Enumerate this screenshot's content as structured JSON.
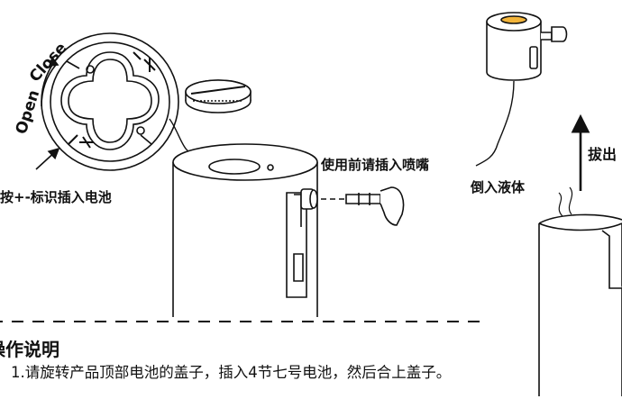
{
  "labels": {
    "open": "Open",
    "close": "Close",
    "plus": "+",
    "minus": "−",
    "battery_caption": "按+-标识插入电池",
    "nozzle_caption": "使用前请插入喷嘴",
    "pour_caption": "倒入液体",
    "pull_caption": "拔出"
  },
  "instructions": {
    "title": "操作说明",
    "step1": "1.请旋转产品顶部电池的盖子，插入4节七号电池，然后合上盖子。"
  }
}
